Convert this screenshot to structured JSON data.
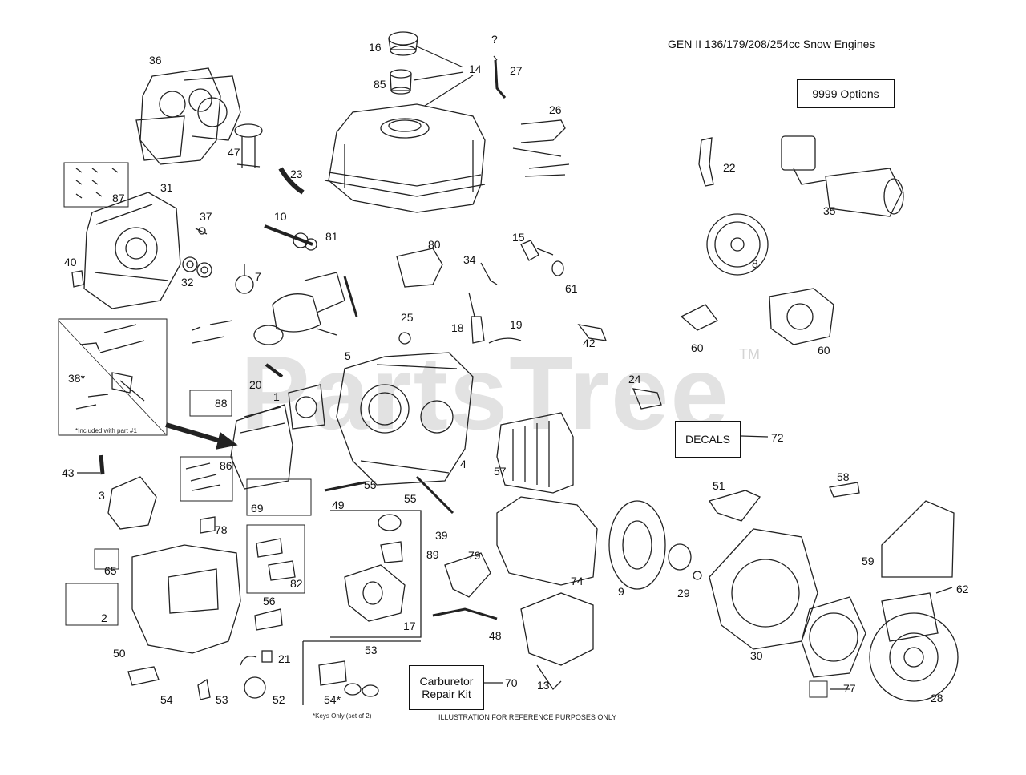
{
  "diagram": {
    "title": "GEN II 136/179/208/254cc Snow Engines",
    "watermark": "PartsTree",
    "trademark": "TM",
    "boxes": {
      "options": "9999 Options",
      "decals": "DECALS",
      "carb_kit_line1": "Carburetor",
      "carb_kit_line2": "Repair Kit"
    },
    "notes": {
      "included_with_part": "*Included with part #1",
      "keys_only": "*Keys Only (set of 2)",
      "reference_only": "ILLUSTRATION FOR REFERENCE PURPOSES ONLY"
    },
    "callouts": [
      "16",
      "14",
      "85",
      "?",
      "27",
      "26",
      "36",
      "47",
      "23",
      "87",
      "31",
      "37",
      "10",
      "81",
      "40",
      "32",
      "7",
      "80",
      "34",
      "15",
      "61",
      "22",
      "35",
      "8",
      "5",
      "25",
      "18",
      "19",
      "42",
      "60",
      "60",
      "38*",
      "20",
      "1",
      "88",
      "24",
      "72",
      "57",
      "4",
      "43",
      "3",
      "86",
      "55",
      "49",
      "69",
      "55",
      "39",
      "51",
      "58",
      "78",
      "89",
      "79",
      "74",
      "9",
      "29",
      "59",
      "62",
      "65",
      "82",
      "2",
      "56",
      "17",
      "50",
      "53",
      "48",
      "30",
      "21",
      "52",
      "54",
      "53",
      "54*",
      "70",
      "13",
      "77",
      "28"
    ]
  }
}
